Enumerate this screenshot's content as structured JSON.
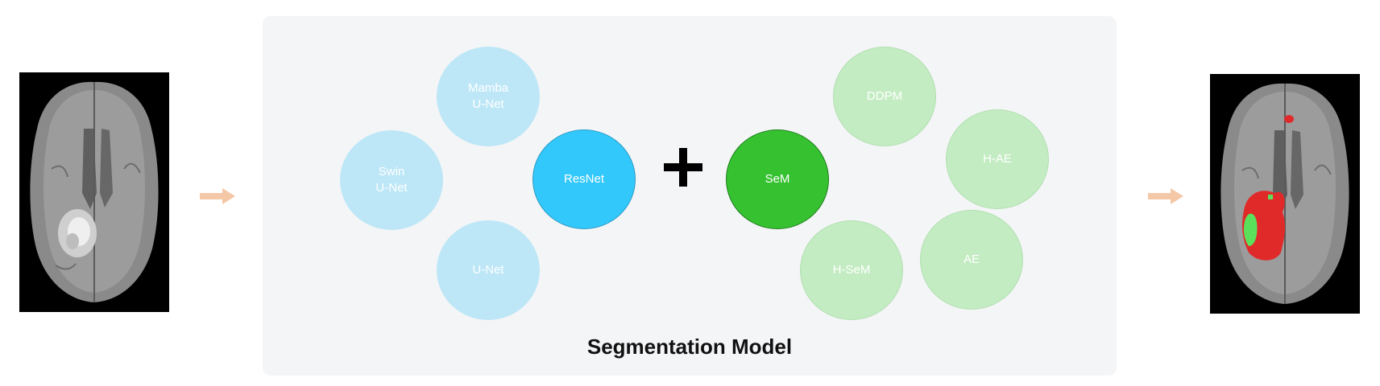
{
  "input_image": {
    "icon": "brain-mri-scan"
  },
  "output_image": {
    "icon": "brain-mri-segmentation-overlay",
    "overlay_colors": [
      "#e02a2a",
      "#5be05b"
    ]
  },
  "panel": {
    "title": "Segmentation Model",
    "plus_symbol": "+",
    "baseline_models": [
      {
        "id": "mamba",
        "label": "Mamba\nU-Net"
      },
      {
        "id": "swin",
        "label": "Swin\nU-Net"
      },
      {
        "id": "unet",
        "label": "U-Net"
      }
    ],
    "backbone": {
      "label": "ResNet"
    },
    "proposed": {
      "label": "SeM"
    },
    "compared_models": [
      {
        "id": "ddpm",
        "label": "DDPM"
      },
      {
        "id": "hae",
        "label": "H-AE"
      },
      {
        "id": "hsem",
        "label": "H-SeM"
      },
      {
        "id": "ae",
        "label": "AE"
      }
    ]
  },
  "colors": {
    "blue_light": "#bde7f7",
    "blue_strong": "#33c8fb",
    "green_light": "#c3ecc2",
    "green_strong": "#36c230",
    "arrow": "#f4c8a6"
  }
}
